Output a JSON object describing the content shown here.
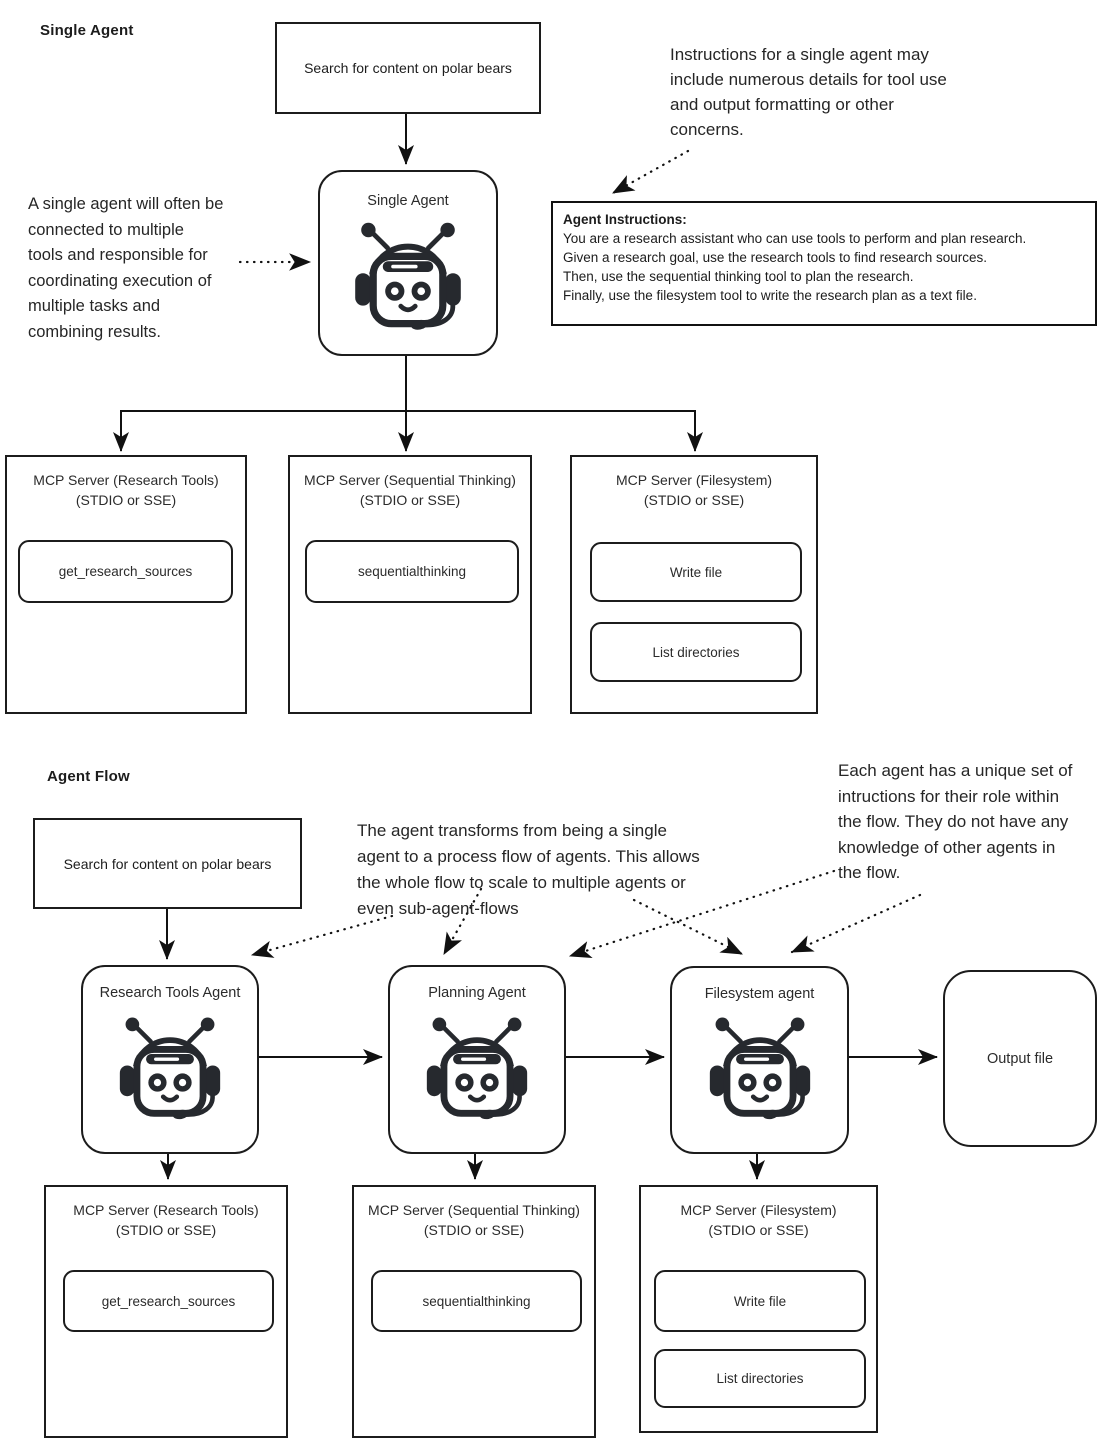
{
  "colors": {
    "ink": "#1c1c1c",
    "background": "#ffffff"
  },
  "icons": {
    "agent": "robot-icon",
    "arrow": "arrowhead-icon"
  },
  "single_agent": {
    "section_title": "Single Agent",
    "task_label": "Search for content on polar bears",
    "agent_label": "Single Agent",
    "left_note_lines": [
      "A single agent will often be",
      "connected to multiple",
      "tools and responsible for",
      "coordinating execution of",
      "multiple tasks and",
      "combining results."
    ],
    "instructions_note_lines": [
      "Instructions for a single agent may",
      "include numerous details for tool use",
      "and output formatting or other",
      "concerns."
    ],
    "instructions_box": {
      "title": "Agent Instructions:",
      "lines": [
        "You are a research assistant who can use tools to perform and plan research.",
        "Given a research goal, use the research tools to find research sources.",
        "Then, use the sequential thinking tool to plan the research.",
        "Finally, use the filesystem tool to write the research plan as a text file."
      ]
    },
    "servers": [
      {
        "title": "MCP Server (Research Tools)",
        "subtitle": "(STDIO or SSE)",
        "tools": [
          "get_research_sources"
        ]
      },
      {
        "title": "MCP Server (Sequential Thinking)",
        "subtitle": "(STDIO or SSE)",
        "tools": [
          "sequentialthinking"
        ]
      },
      {
        "title": "MCP Server (Filesystem)",
        "subtitle": "(STDIO or SSE)",
        "tools": [
          "Write file",
          "List directories"
        ]
      }
    ]
  },
  "agent_flow": {
    "section_title": "Agent Flow",
    "task_label": "Search for content on polar bears",
    "transform_note_lines": [
      "The agent transforms from being a single",
      "agent to a process flow of agents. This allows",
      "the whole flow to scale to multiple agents or",
      "even sub-agent-flows"
    ],
    "unique_note_lines": [
      "Each agent has a unique set of",
      "intructions for their role within",
      "the flow. They do not have any",
      "knowledge of other agents in",
      "the flow."
    ],
    "agents": [
      {
        "label": "Research Tools Agent"
      },
      {
        "label": "Planning Agent"
      },
      {
        "label": "Filesystem agent"
      }
    ],
    "output_label": "Output file",
    "servers": [
      {
        "title": "MCP Server (Research Tools)",
        "subtitle": "(STDIO or SSE)",
        "tools": [
          "get_research_sources"
        ]
      },
      {
        "title": "MCP Server (Sequential Thinking)",
        "subtitle": "(STDIO or SSE)",
        "tools": [
          "sequentialthinking"
        ]
      },
      {
        "title": "MCP Server (Filesystem)",
        "subtitle": "(STDIO or SSE)",
        "tools": [
          "Write file",
          "List directories"
        ]
      }
    ]
  }
}
